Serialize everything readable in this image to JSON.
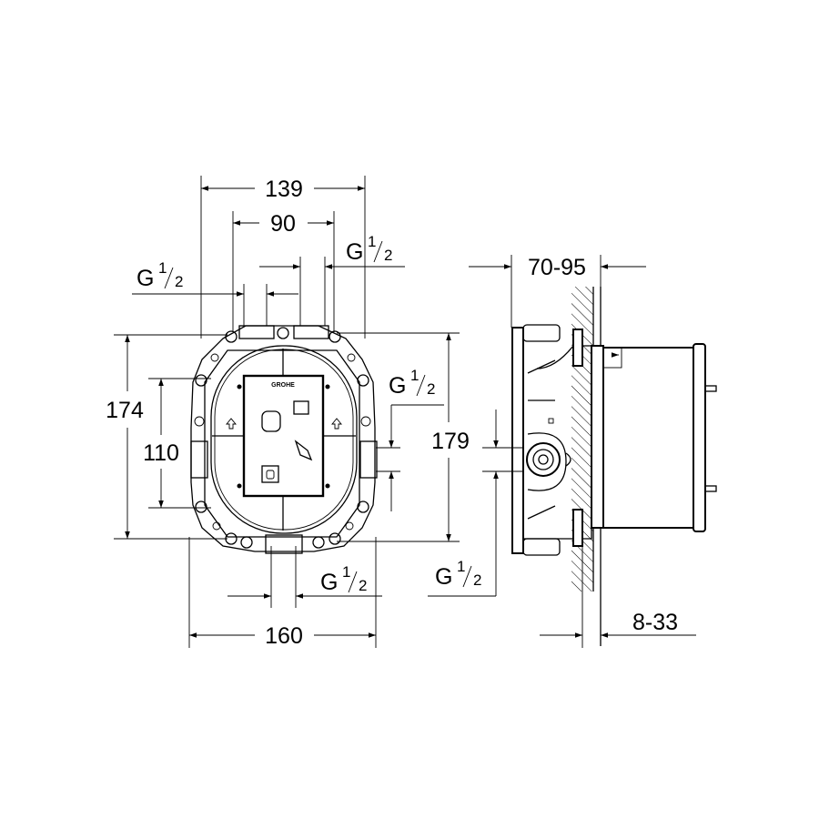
{
  "drawing": {
    "brand_mark": "GROHE",
    "front_view": {
      "width_top": "139",
      "width_inner": "90",
      "height_outer": "174",
      "height_inner": "110",
      "height_right": "179",
      "width_bottom": "160",
      "thread_top_left": {
        "g": "G",
        "num": "1",
        "den": "2"
      },
      "thread_top_right": {
        "g": "G",
        "num": "1",
        "den": "2"
      },
      "thread_right": {
        "g": "G",
        "num": "1",
        "den": "2"
      },
      "thread_bottom": {
        "g": "G",
        "num": "1",
        "den": "2"
      }
    },
    "side_view": {
      "depth": "70-95",
      "wall_offset": "8-33",
      "thread_side": {
        "g": "G",
        "num": "1",
        "den": "2"
      }
    }
  }
}
